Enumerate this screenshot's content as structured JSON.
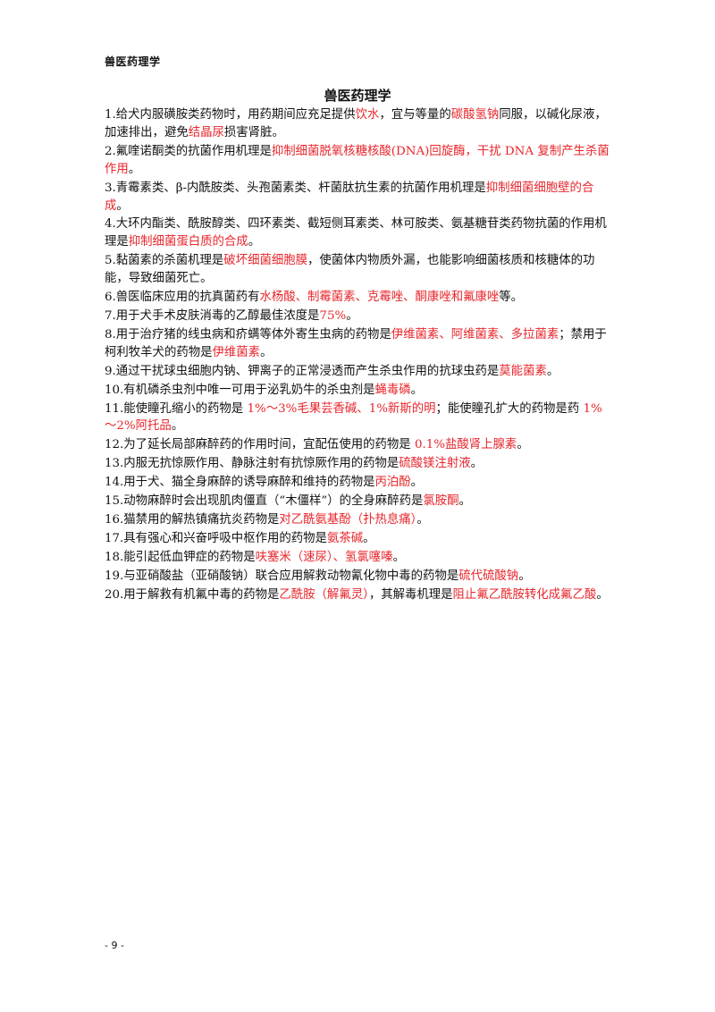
{
  "header": {
    "running_title": "兽医药理学"
  },
  "document": {
    "title": "兽医药理学",
    "items": [
      [
        [
          "1.给犬内服磺胺类药物时，用药期间应充足提供",
          0
        ],
        [
          "饮水",
          1
        ],
        [
          "，宜与等量的",
          0
        ],
        [
          "碳酸氢钠",
          1
        ],
        [
          "同服，以碱化尿液，加速排出，避免",
          0
        ],
        [
          "结晶尿",
          1
        ],
        [
          "损害肾脏。",
          0
        ]
      ],
      [
        [
          "2.氟喹诺酮类的抗菌作用机理是",
          0
        ],
        [
          "抑制细菌脱氧核糖核酸(DNA)回旋酶，干扰 DNA 复制产生杀菌作用",
          1
        ],
        [
          "。",
          0
        ]
      ],
      [
        [
          "3.青霉素类、β-内酰胺类、头孢菌素类、杆菌肽抗生素的抗菌作用机理是",
          0
        ],
        [
          "抑制细菌细胞壁的合成",
          1
        ],
        [
          "。",
          0
        ]
      ],
      [
        [
          "4.大环内酯类、酰胺醇类、四环素类、截短侧耳素类、林可胺类、氨基糖苷类药物抗菌的作用机理是",
          0
        ],
        [
          "抑制细菌蛋白质的合成",
          1
        ],
        [
          "。",
          0
        ]
      ],
      [
        [
          "5.黏菌素的杀菌机理是",
          0
        ],
        [
          "破坏细菌细胞膜",
          1
        ],
        [
          "，使菌体内物质外漏，也能影响细菌核质和核糖体的功能，导致细菌死亡。",
          0
        ]
      ],
      [
        [
          "6.兽医临床应用的抗真菌药有",
          0
        ],
        [
          "水杨酸、制霉菌素、克霉唑、酮康唑和氟康唑",
          1
        ],
        [
          "等。",
          0
        ]
      ],
      [
        [
          "7.用于犬手术皮肤消毒的乙醇最佳浓度是",
          0
        ],
        [
          "75%",
          1
        ],
        [
          "。",
          0
        ]
      ],
      [
        [
          "8.用于治疗猪的线虫病和疥螨等体外寄生虫病的药物是",
          0
        ],
        [
          "伊维菌素、阿维菌素、多拉菌素",
          1
        ],
        [
          "；禁用于柯利牧羊犬的药物是",
          0
        ],
        [
          "伊维菌素",
          1
        ],
        [
          "。",
          0
        ]
      ],
      [
        [
          "9.通过干扰球虫细胞内钠、钾离子的正常浸透而产生杀虫作用的抗球虫药是",
          0
        ],
        [
          "莫能菌素",
          1
        ],
        [
          "。",
          0
        ]
      ],
      [
        [
          "10.有机磷杀虫剂中唯一可用于泌乳奶牛的杀虫剂是",
          0
        ],
        [
          "蝇毒磷",
          1
        ],
        [
          "。",
          0
        ]
      ],
      [
        [
          "11.能使瞳孔缩小的药物是 ",
          0
        ],
        [
          "1%～3%毛果芸香碱、1%新斯的明",
          1
        ],
        [
          "；能使瞳孔扩大的药物是药 ",
          0
        ],
        [
          "1%～2%阿托品",
          1
        ],
        [
          "。",
          0
        ]
      ],
      [
        [
          "12.为了延长局部麻醉药的作用时间，宜配伍使用的药物是 ",
          0
        ],
        [
          "0.1%盐酸肾上腺素",
          1
        ],
        [
          "。",
          0
        ]
      ],
      [
        [
          "13.内服无抗惊厥作用、静脉注射有抗惊厥作用的药物是",
          0
        ],
        [
          "硫酸镁注射液",
          1
        ],
        [
          "。",
          0
        ]
      ],
      [
        [
          "14.用于犬、猫全身麻醉的诱导麻醉和维持的药物是",
          0
        ],
        [
          "丙泊酚",
          1
        ],
        [
          "。",
          0
        ]
      ],
      [
        [
          "15.动物麻醉时会出现肌肉僵直（“木僵样”）的全身麻醉药是",
          0
        ],
        [
          "氯胺酮",
          1
        ],
        [
          "。",
          0
        ]
      ],
      [
        [
          "16.猫禁用的解热镇痛抗炎药物是",
          0
        ],
        [
          "对乙酰氨基酚（扑热息痛）",
          1
        ],
        [
          "。",
          0
        ]
      ],
      [
        [
          "17.具有强心和兴奋呼吸中枢作用的药物是",
          0
        ],
        [
          "氨茶碱",
          1
        ],
        [
          "。",
          0
        ]
      ],
      [
        [
          "18.能引起低血钾症的药物是",
          0
        ],
        [
          "呋塞米（速尿）、氢氯噻嗪",
          1
        ],
        [
          "。",
          0
        ]
      ],
      [
        [
          "19.与亚硝酸盐（亚硝酸钠）联合应用解救动物氰化物中毒的药物是",
          0
        ],
        [
          "硫代硫酸钠",
          1
        ],
        [
          "。",
          0
        ]
      ],
      [
        [
          "20.用于解救有机氟中毒的药物是",
          0
        ],
        [
          "乙酰胺（解氟灵）",
          1
        ],
        [
          "，其解毒机理是",
          0
        ],
        [
          "阻止氟乙酰胺转化成氟乙酸",
          1
        ],
        [
          "。",
          0
        ]
      ]
    ]
  },
  "footer": {
    "page_number": "- 9 -"
  },
  "colors": {
    "highlight": "#e8262c",
    "text": "#111111"
  }
}
